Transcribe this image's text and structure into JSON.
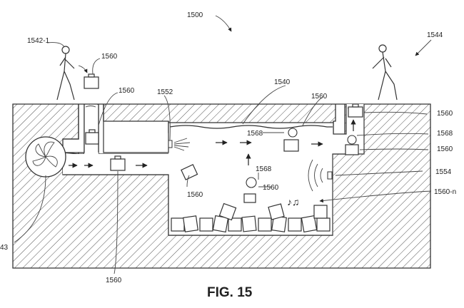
{
  "figure": {
    "caption": "FIG. 15",
    "labels": {
      "system": "1500",
      "person_left": "1542-1",
      "person_right": "1544",
      "pkg_top": "1560",
      "pkg_shaft": "1560",
      "pkg_mid": "1560",
      "pkg_float": "1560",
      "pkg_right_top": "1560",
      "pkg_right": "1560",
      "pkg_bulb": "1560",
      "pkg_pile": "1560-n",
      "pkg_bottom": "1560",
      "sprayer": "1552",
      "water_surface": "1540",
      "bulb_top": "1568",
      "bulb_center": "1568",
      "bulb_right": "1568",
      "speaker": "1554",
      "fan": "43"
    }
  }
}
